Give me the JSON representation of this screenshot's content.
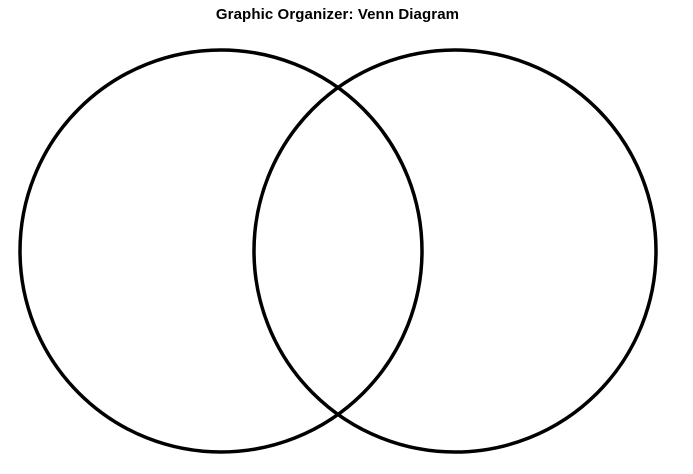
{
  "title": "Graphic Organizer: Venn Diagram",
  "diagram": {
    "type": "venn",
    "set_count": 2,
    "stroke_color": "#000000",
    "background_color": "#ffffff"
  }
}
